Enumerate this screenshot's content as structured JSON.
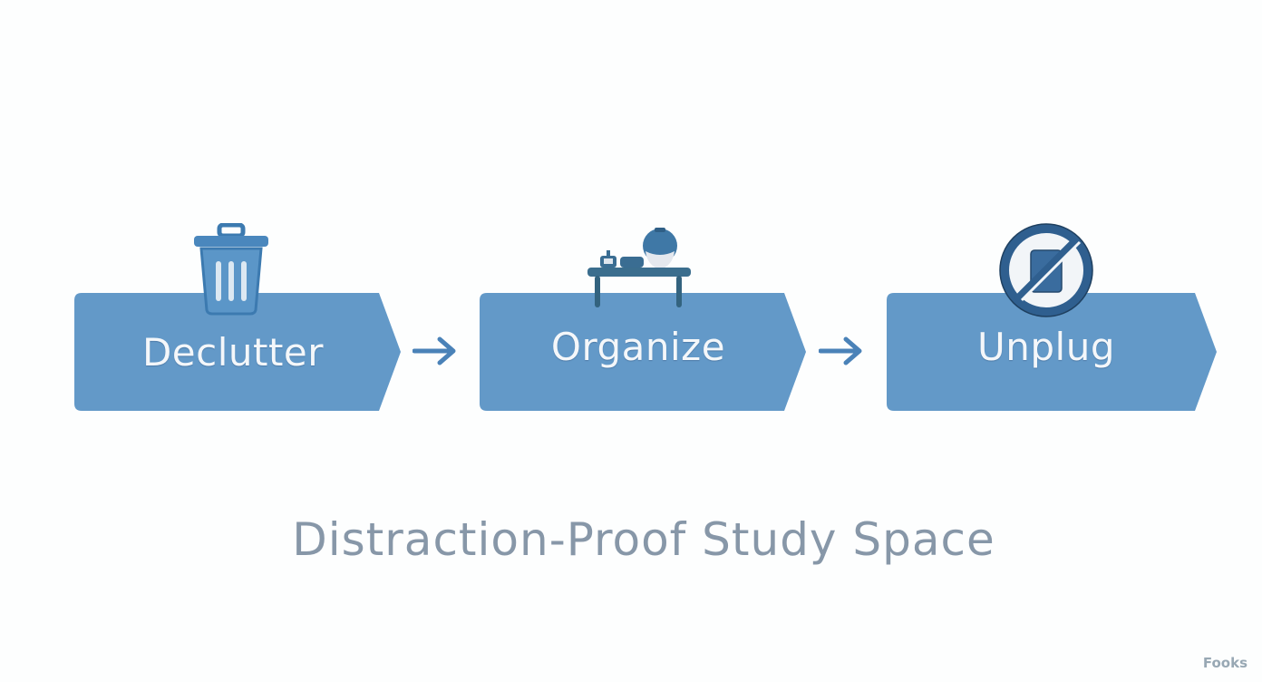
{
  "steps": [
    {
      "label": "Declutter",
      "icon": "trash-can-icon"
    },
    {
      "label": "Organize",
      "icon": "desk-icon"
    },
    {
      "label": "Unplug",
      "icon": "no-device-icon"
    }
  ],
  "title": "Distraction-Proof Study Space",
  "watermark": "Fooks",
  "colors": {
    "box": "#6399c8",
    "icon": "#3c6f9e",
    "dark": "#2f5f86",
    "title": "#8797a8"
  }
}
